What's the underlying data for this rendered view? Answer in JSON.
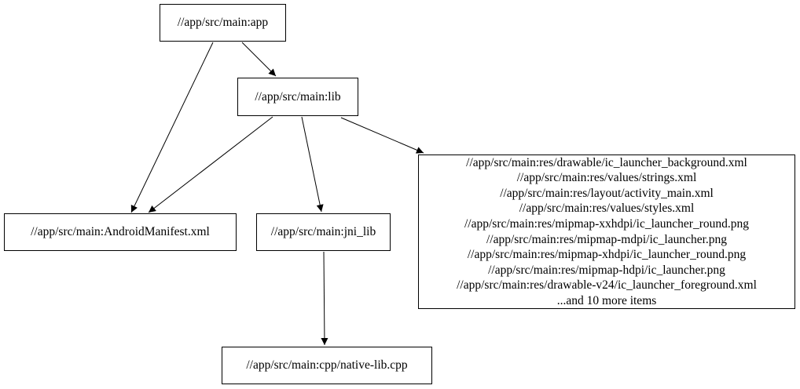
{
  "diagram": {
    "type": "dependency-graph",
    "background_color": "#ffffff",
    "node_fill_color": "#ffffff",
    "node_border_color": "#000000",
    "edge_color": "#000000",
    "text_color": "#000000",
    "nodes": {
      "app": {
        "label": "//app/src/main:app"
      },
      "lib": {
        "label": "//app/src/main:lib"
      },
      "android_manifest": {
        "label": "//app/src/main:AndroidManifest.xml"
      },
      "jni_lib": {
        "label": "//app/src/main:jni_lib"
      },
      "res_group": {
        "lines": [
          "//app/src/main:res/drawable/ic_launcher_background.xml",
          "//app/src/main:res/values/strings.xml",
          "//app/src/main:res/layout/activity_main.xml",
          "//app/src/main:res/values/styles.xml",
          "//app/src/main:res/mipmap-xxhdpi/ic_launcher_round.png",
          "//app/src/main:res/mipmap-mdpi/ic_launcher.png",
          "//app/src/main:res/mipmap-xhdpi/ic_launcher_round.png",
          "//app/src/main:res/mipmap-hdpi/ic_launcher.png",
          "//app/src/main:res/drawable-v24/ic_launcher_foreground.xml",
          "...and 10 more items"
        ]
      },
      "native_cpp": {
        "label": "//app/src/main:cpp/native-lib.cpp"
      }
    },
    "edges": [
      {
        "from": "app",
        "to": "lib"
      },
      {
        "from": "app",
        "to": "android_manifest"
      },
      {
        "from": "lib",
        "to": "android_manifest"
      },
      {
        "from": "lib",
        "to": "jni_lib"
      },
      {
        "from": "lib",
        "to": "res_group"
      },
      {
        "from": "jni_lib",
        "to": "native_cpp"
      }
    ]
  }
}
